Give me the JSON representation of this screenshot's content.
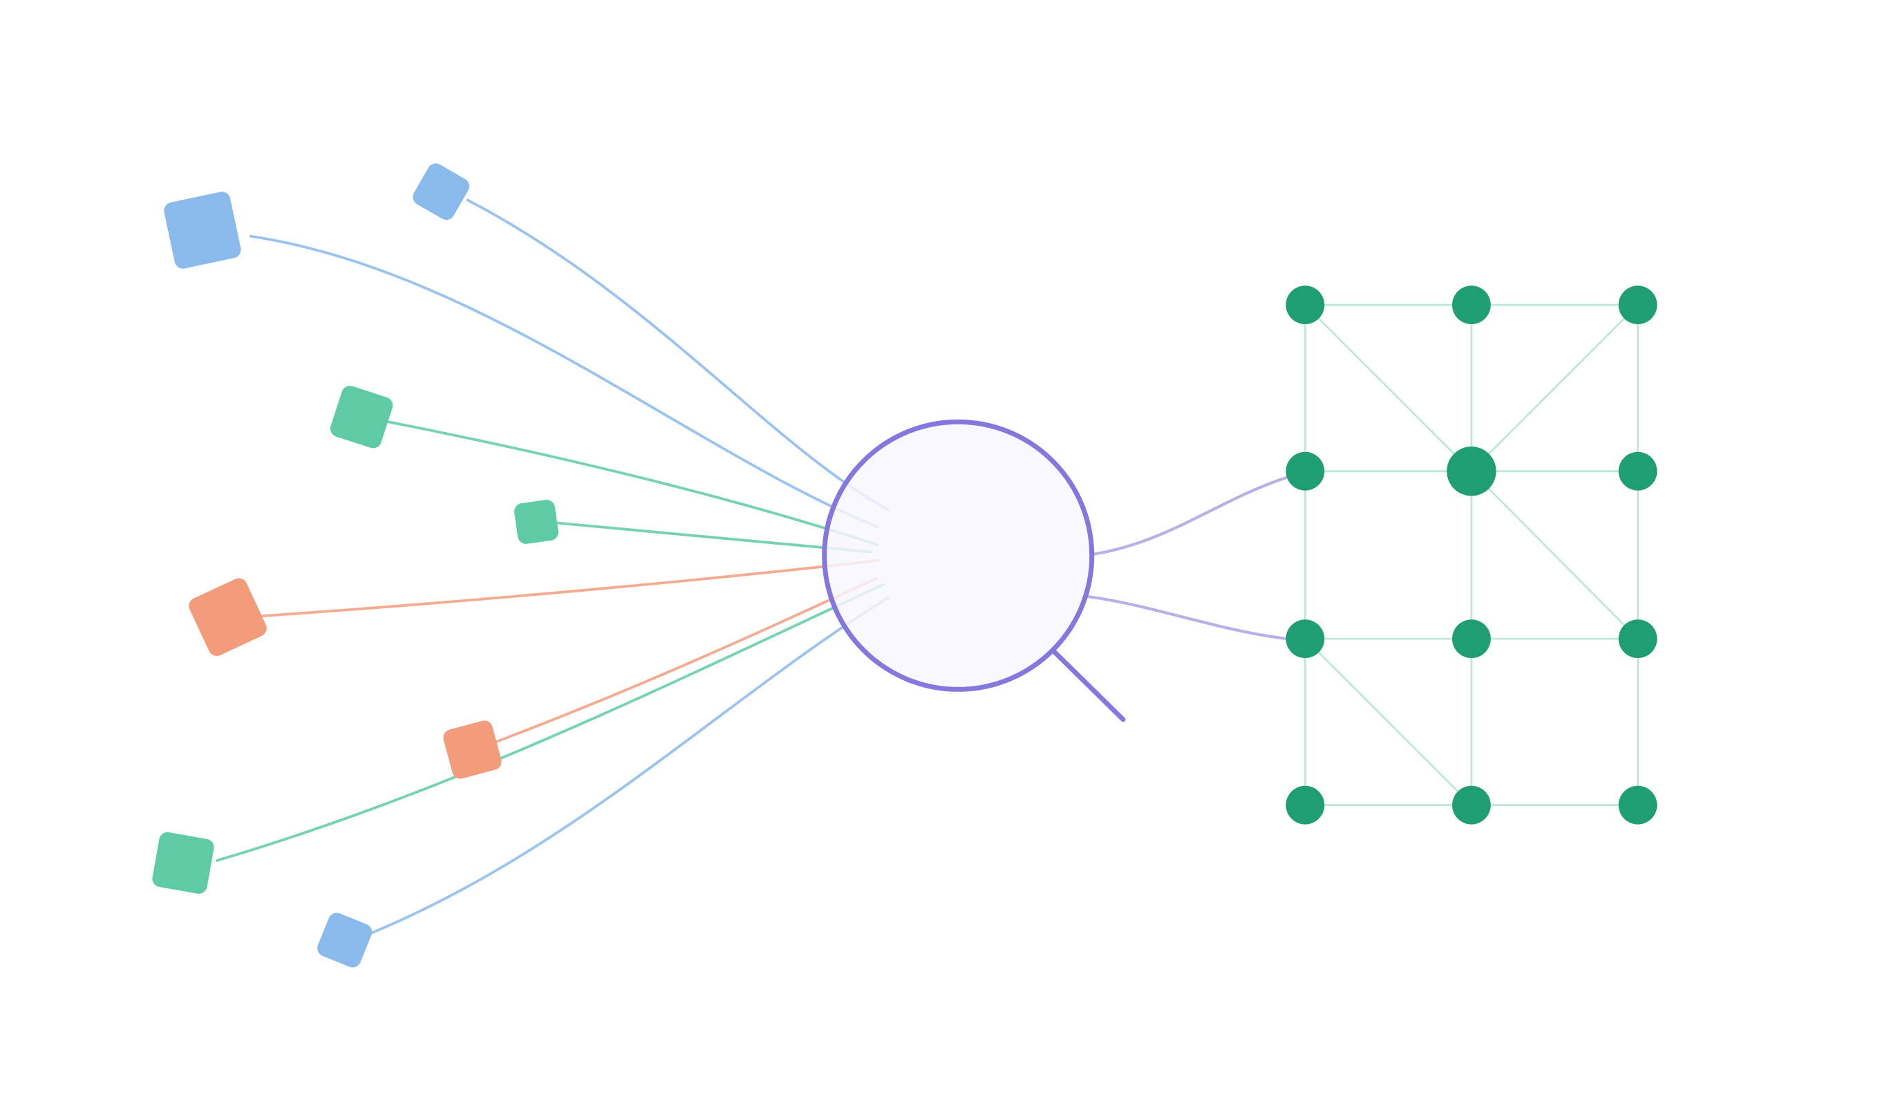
{
  "colors": {
    "blue": "#8ab9ec",
    "green": "#5ecba5",
    "orange": "#f29c7b",
    "purple": "#8478de",
    "lens_fill": "#f8f7fe",
    "dark_green": "#1f9e74",
    "grid_line": "#bfe6da",
    "connector": "#b9b0e8"
  },
  "sources": [
    {
      "id": "blue-square-large",
      "color": "blue"
    },
    {
      "id": "blue-square-top",
      "color": "blue"
    },
    {
      "id": "green-square-upper",
      "color": "green"
    },
    {
      "id": "green-square-small",
      "color": "green"
    },
    {
      "id": "orange-square-large",
      "color": "orange"
    },
    {
      "id": "orange-square-lower",
      "color": "orange"
    },
    {
      "id": "green-square-bottom",
      "color": "green"
    },
    {
      "id": "blue-square-bottom",
      "color": "blue"
    }
  ],
  "lens": {
    "icon": "magnifier-icon"
  },
  "graph": {
    "nodes": [
      {
        "id": "n00",
        "r": 0,
        "c": 0
      },
      {
        "id": "n01",
        "r": 0,
        "c": 1
      },
      {
        "id": "n02",
        "r": 0,
        "c": 2
      },
      {
        "id": "n10",
        "r": 1,
        "c": 0
      },
      {
        "id": "n11",
        "r": 1,
        "c": 1,
        "hub": true
      },
      {
        "id": "n12",
        "r": 1,
        "c": 2
      },
      {
        "id": "n20",
        "r": 2,
        "c": 0
      },
      {
        "id": "n21",
        "r": 2,
        "c": 1
      },
      {
        "id": "n22",
        "r": 2,
        "c": 2
      },
      {
        "id": "n30",
        "r": 3,
        "c": 0
      },
      {
        "id": "n31",
        "r": 3,
        "c": 1
      },
      {
        "id": "n32",
        "r": 3,
        "c": 2
      }
    ],
    "edges": [
      [
        "n00",
        "n01"
      ],
      [
        "n01",
        "n02"
      ],
      [
        "n10",
        "n11"
      ],
      [
        "n11",
        "n12"
      ],
      [
        "n20",
        "n21"
      ],
      [
        "n21",
        "n22"
      ],
      [
        "n30",
        "n31"
      ],
      [
        "n31",
        "n32"
      ],
      [
        "n00",
        "n10"
      ],
      [
        "n10",
        "n20"
      ],
      [
        "n20",
        "n30"
      ],
      [
        "n01",
        "n11"
      ],
      [
        "n11",
        "n21"
      ],
      [
        "n21",
        "n31"
      ],
      [
        "n02",
        "n12"
      ],
      [
        "n12",
        "n22"
      ],
      [
        "n22",
        "n32"
      ],
      [
        "n00",
        "n11"
      ],
      [
        "n02",
        "n11"
      ],
      [
        "n11",
        "n22"
      ],
      [
        "n20",
        "n31"
      ]
    ]
  }
}
